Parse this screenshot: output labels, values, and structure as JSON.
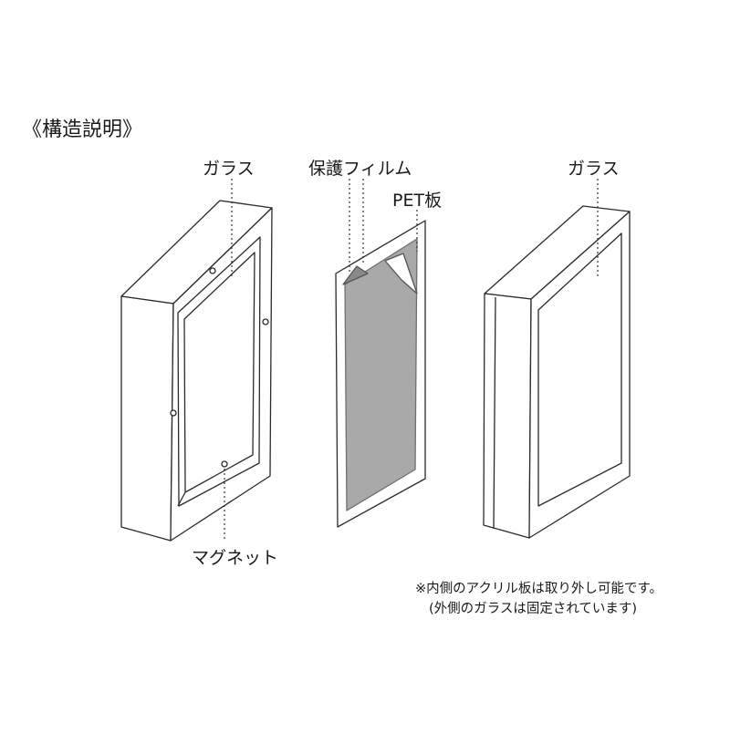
{
  "title": "《構造説明》",
  "labels": {
    "glass_left": "ガラス",
    "protective_film": "保護フィルム",
    "pet_plate": "PET板",
    "glass_right": "ガラス",
    "magnet": "マグネット"
  },
  "notes": {
    "line1": "※内側のアクリル板は取り外し可能です。",
    "line2": "(外側のガラスは固定されています)"
  },
  "colors": {
    "line": "#2a2a2a",
    "film_fill": "#a9a9a9",
    "film_flap": "#8a8a8a",
    "panel_fill": "#ffffff"
  }
}
